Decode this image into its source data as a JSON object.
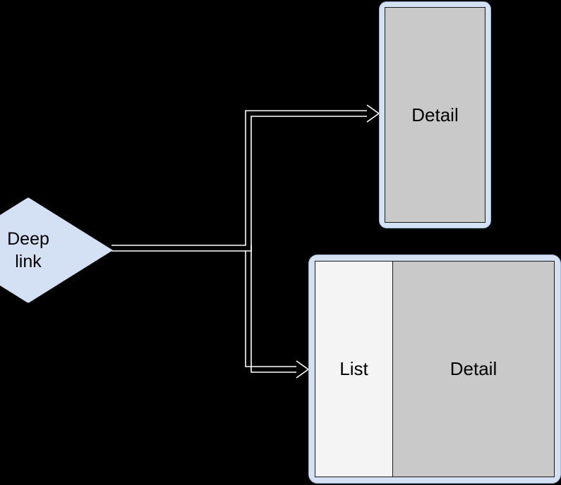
{
  "diagram": {
    "title": "Deep link navigation diagram",
    "background_color": "#000000",
    "node_fill": "#d4e1f5",
    "frame_fill": "#d3e1f3",
    "screen_fill": "#c9c9c9",
    "list_fill": "#f4f4f4",
    "connector_color": "#ffffff"
  },
  "source": {
    "shape": "diamond",
    "label_line1": "Deep",
    "label_line2": "link"
  },
  "targets": [
    {
      "id": "phone",
      "kind": "single-pane-device",
      "panes": [
        {
          "id": "detail",
          "label": "Detail"
        }
      ]
    },
    {
      "id": "tablet",
      "kind": "two-pane-device",
      "panes": [
        {
          "id": "list",
          "label": "List"
        },
        {
          "id": "detail",
          "label": "Detail"
        }
      ]
    }
  ],
  "edges": [
    {
      "id": "edge-to-phone",
      "from": "Deep link",
      "to": "Detail",
      "label": ""
    },
    {
      "id": "edge-to-tablet",
      "from": "Deep link",
      "to": "List / Detail",
      "label": ""
    }
  ]
}
